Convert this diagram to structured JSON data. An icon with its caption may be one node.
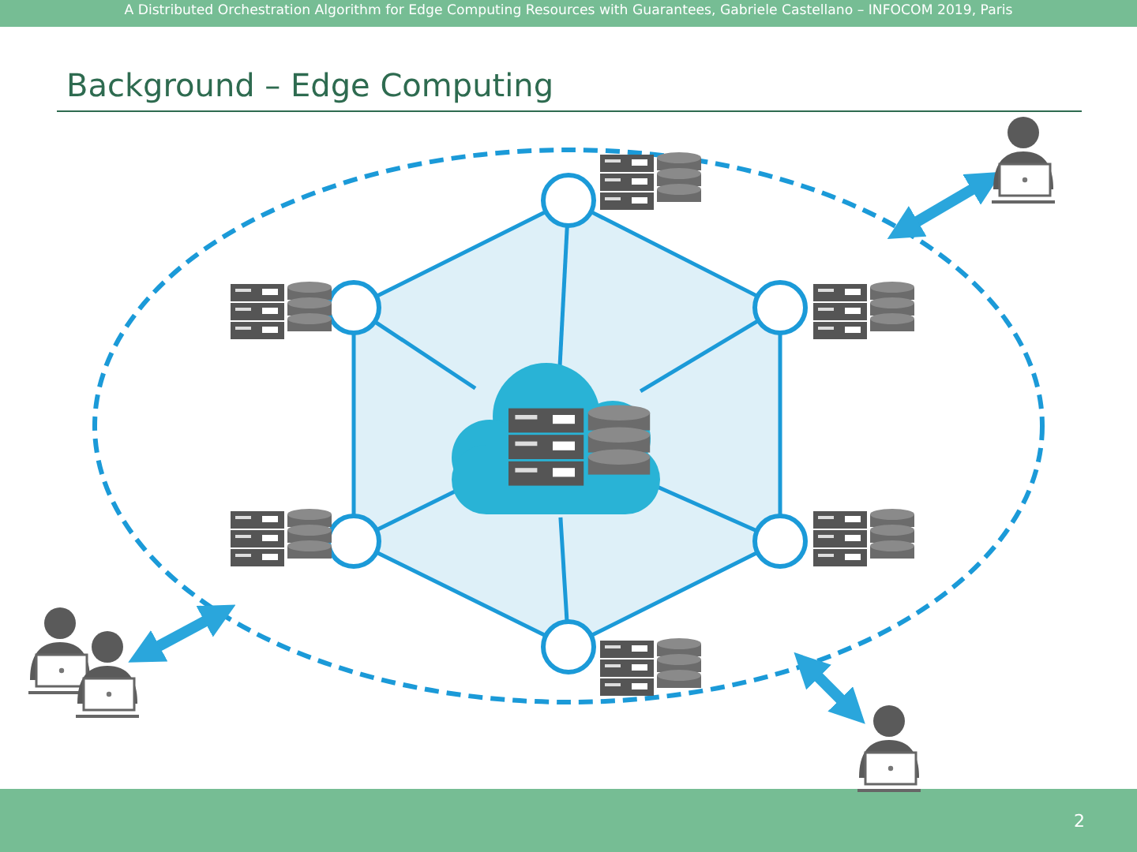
{
  "diagram": {
    "title": "Background – Edge Computing",
    "nodes": [
      {
        "text": [],
        "shape": "ellipse"
      },
      {
        "text": [],
        "shape": "cloud",
        "in": 0
      },
      {
        "text": [],
        "shape": "circle",
        "in": 0
      },
      {
        "text": [],
        "shape": "circle",
        "in": 0
      },
      {
        "text": [],
        "shape": "circle",
        "in": 0
      },
      {
        "text": [],
        "shape": "circle",
        "in": 0
      },
      {
        "text": [],
        "shape": "circle",
        "in": 0
      },
      {
        "text": [],
        "shape": "circle",
        "in": 0
      },
      {
        "text": [],
        "shape": "person"
      },
      {
        "text": [],
        "shape": "person"
      },
      {
        "text": [],
        "shape": "person"
      },
      {
        "text": [],
        "shape": "person"
      }
    ],
    "edges": [
      {
        "from": 2,
        "to": 4,
        "arrow": "none"
      },
      {
        "from": 4,
        "to": 6,
        "arrow": "none"
      },
      {
        "from": 6,
        "to": 7,
        "arrow": "none"
      },
      {
        "from": 7,
        "to": 5,
        "arrow": "none"
      },
      {
        "from": 5,
        "to": 3,
        "arrow": "none"
      },
      {
        "from": 3,
        "to": 2,
        "arrow": "none"
      },
      {
        "from": 2,
        "to": 1,
        "arrow": "none"
      },
      {
        "from": 3,
        "to": 1,
        "arrow": "none"
      },
      {
        "from": 4,
        "to": 1,
        "arrow": "none"
      },
      {
        "from": 5,
        "to": 1,
        "arrow": "none"
      },
      {
        "from": 6,
        "to": 1,
        "arrow": "none"
      },
      {
        "from": 7,
        "to": 1,
        "arrow": "none"
      },
      {
        "from": 8,
        "to": 0,
        "arrow": "both",
        "style": "thick"
      },
      {
        "from": 10,
        "to": 0,
        "arrow": "both",
        "style": "thick"
      },
      {
        "from": 11,
        "to": 0,
        "arrow": "both",
        "style": "thick"
      }
    ],
    "labels": [
      "A Distributed Orchestration Algorithm for Edge Computing Resources with Guarantees, Gabriele Castellano – INFOCOM 2019, Paris",
      "2"
    ]
  }
}
